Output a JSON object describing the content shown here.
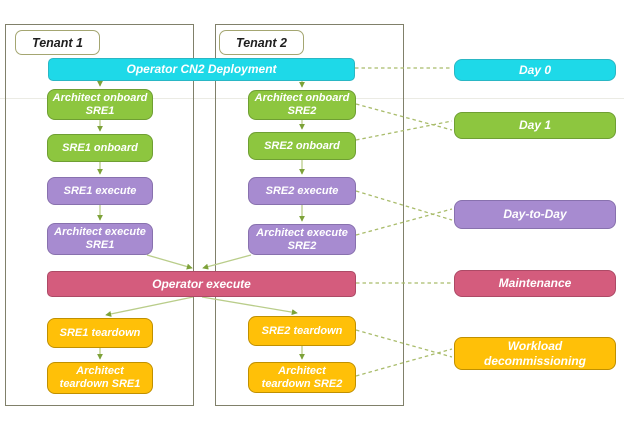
{
  "tenants": [
    {
      "label": "Tenant 1",
      "boxes": [
        {
          "label": "Architect onboard SRE1",
          "color": "green"
        },
        {
          "label": "SRE1 onboard",
          "color": "green"
        },
        {
          "label": "SRE1 execute",
          "color": "purple"
        },
        {
          "label": "Architect execute SRE1",
          "color": "purple"
        },
        {
          "label": "SRE1 teardown",
          "color": "orange"
        },
        {
          "label": "Architect teardown SRE1",
          "color": "orange"
        }
      ]
    },
    {
      "label": "Tenant 2",
      "boxes": [
        {
          "label": "Architect onboard SRE2",
          "color": "green"
        },
        {
          "label": "SRE2 onboard",
          "color": "green"
        },
        {
          "label": "SRE2 execute",
          "color": "purple"
        },
        {
          "label": "Architect execute SRE2",
          "color": "purple"
        },
        {
          "label": "SRE2 teardown",
          "color": "orange"
        },
        {
          "label": "Architect teardown SRE2",
          "color": "orange"
        }
      ]
    }
  ],
  "bars": {
    "deployment": {
      "label": "Operator CN2 Deployment",
      "color": "cyan"
    },
    "execute": {
      "label": "Operator execute",
      "color": "pink"
    }
  },
  "phases": [
    {
      "label": "Day 0",
      "color": "cyan"
    },
    {
      "label": "Day 1",
      "color": "green"
    },
    {
      "label": "Day-to-Day",
      "color": "purple"
    },
    {
      "label": "Maintenance",
      "color": "pink"
    },
    {
      "label": "Workload decommissioning",
      "color": "orange"
    }
  ],
  "colors": {
    "cyan": "#1ed9e8",
    "green": "#8dc63f",
    "purple": "#a78bd0",
    "pink": "#d45c7d",
    "orange": "#ffc008",
    "connector_line": "#b9cd8a",
    "connector_arrow": "#7da239",
    "dashed_line": "#a9bc6b",
    "tenant_border": "#80806a"
  }
}
